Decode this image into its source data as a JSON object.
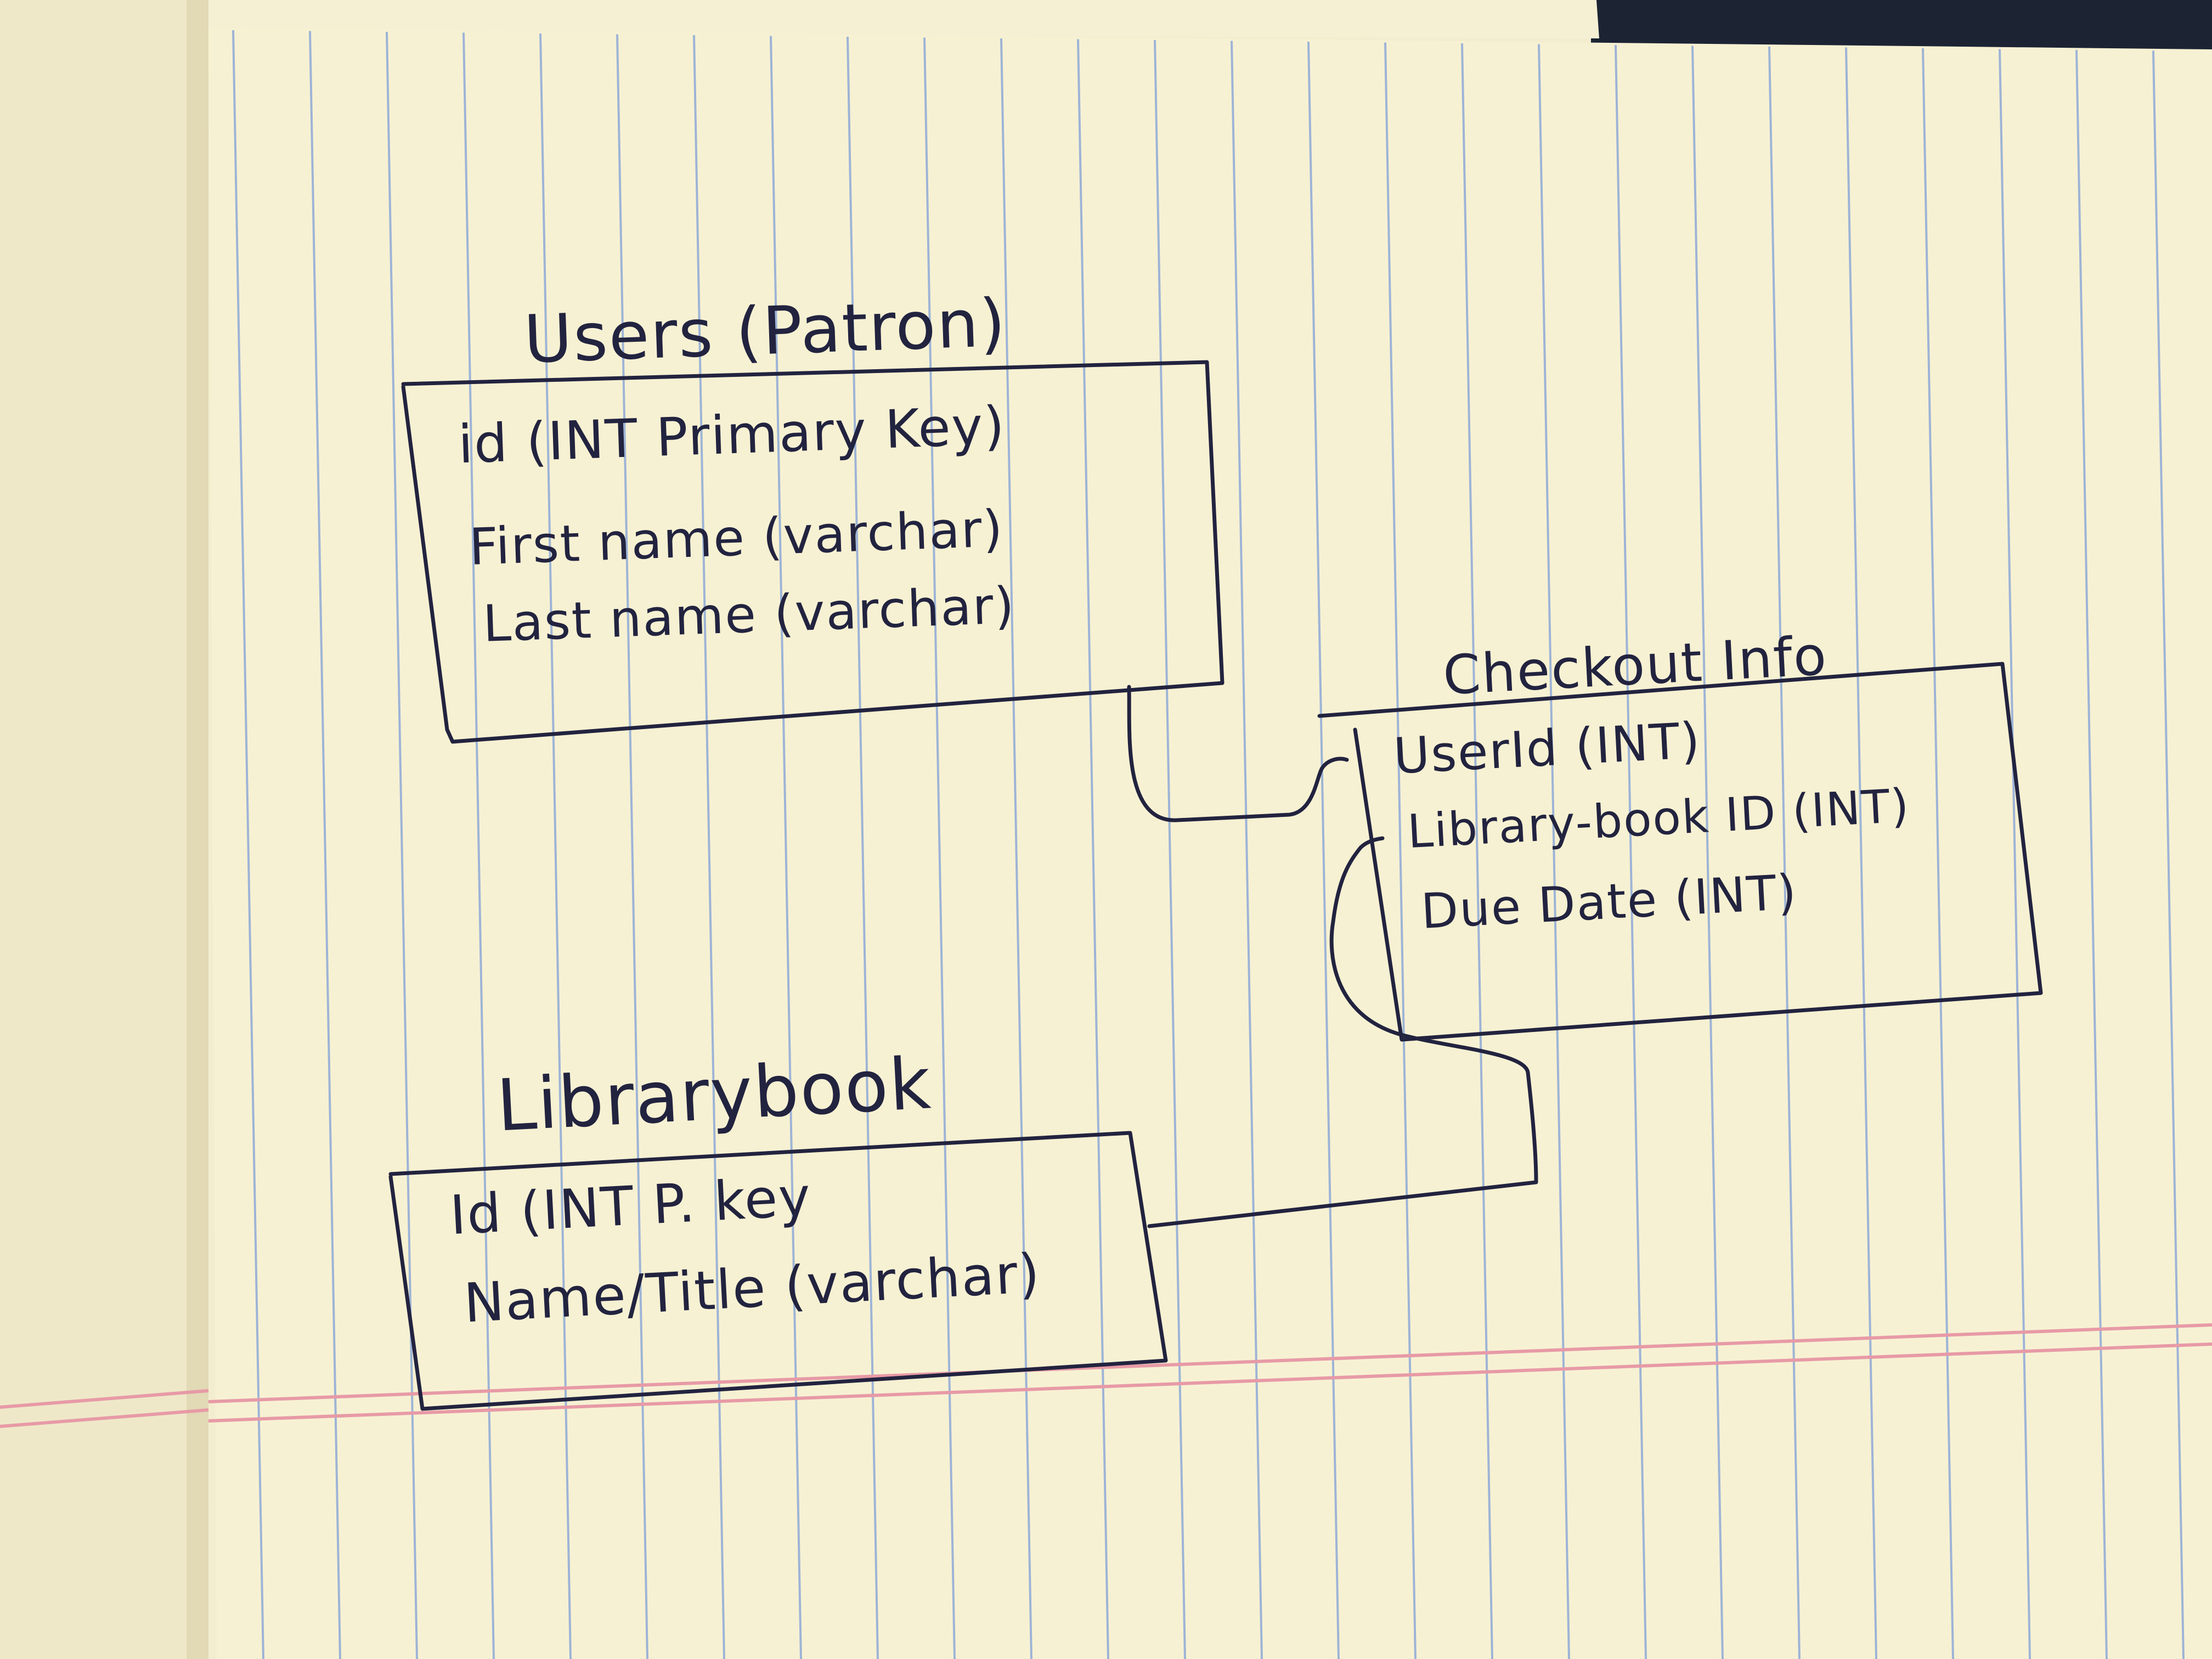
{
  "diagram": {
    "entities": [
      {
        "id": "users",
        "title": "Users (Patron)",
        "fields": [
          "id (INT Primary Key)",
          "First name (varchar)",
          "Last name (varchar)"
        ]
      },
      {
        "id": "checkout",
        "title": "Checkout Info",
        "fields": [
          "UserId (INT)",
          "Library-book ID (INT)",
          "Due Date (INT)"
        ]
      },
      {
        "id": "librarybook",
        "title": "Librarybook",
        "fields": [
          "Id (INT P. key",
          "Name/Title (varchar)"
        ]
      }
    ],
    "relationships": [
      {
        "from": "users",
        "to": "checkout"
      },
      {
        "from": "librarybook",
        "to": "checkout"
      }
    ]
  },
  "colors": {
    "paper": "#f7f1d3",
    "left_page": "#f1eacb",
    "rule_line": "#9db4d6",
    "margin_line": "#e79aa6",
    "ink": "#22233f",
    "background_dark": "#1c2434",
    "table_wood": "#9a5a32"
  }
}
